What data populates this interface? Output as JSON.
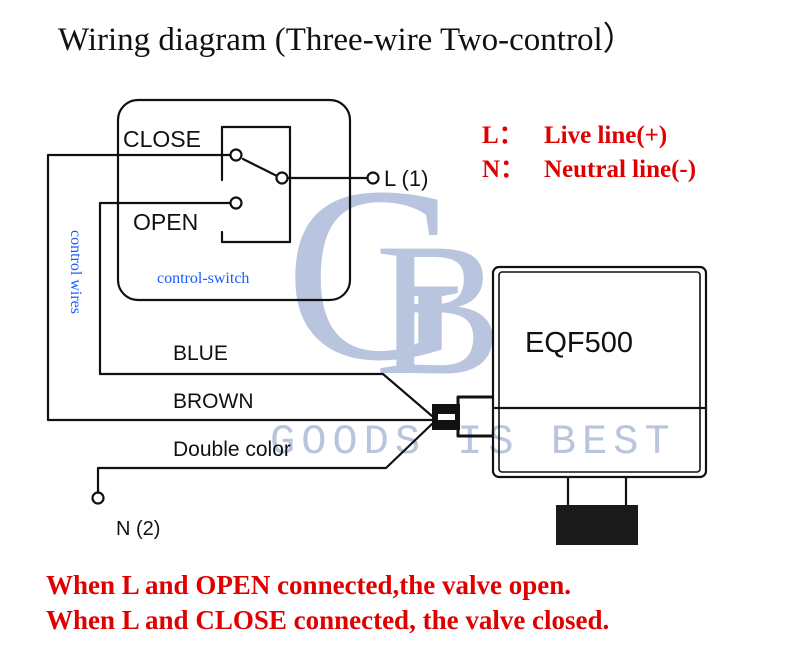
{
  "title": "Wiring diagram (Three-wire Two-control）",
  "legend": [
    {
      "key": "L：",
      "text": "Live line(+)"
    },
    {
      "key": "N：",
      "text": "Neutral line(-)"
    }
  ],
  "switch": {
    "close_label": "CLOSE",
    "open_label": "OPEN",
    "caption": "control-switch"
  },
  "terminals": {
    "live": "L (1)",
    "neutral": "N (2)"
  },
  "control_wires_label": "control wires",
  "wires": [
    {
      "label": "BLUE"
    },
    {
      "label": "BROWN"
    },
    {
      "label": "Double color"
    }
  ],
  "device": {
    "model": "EQF500"
  },
  "watermark": {
    "logo": "GB",
    "text": "GOODS IS BEST"
  },
  "notes": [
    "When L and OPEN connected,the valve open.",
    "When L and CLOSE connected, the valve closed."
  ],
  "colors": {
    "line": "#111111",
    "legend": "#e00000",
    "note": "#1a5cff",
    "watermark": "#b9c4de"
  }
}
